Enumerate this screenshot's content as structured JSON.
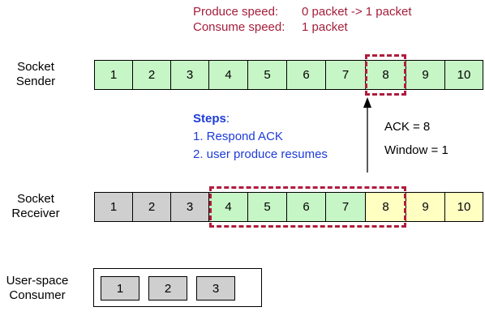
{
  "speeds": {
    "produce_label": "Produce speed:",
    "produce_value": "0 packet -> 1 packet",
    "consume_label": "Consume speed:",
    "consume_value": "1 packet"
  },
  "sender": {
    "label_line1": "Socket",
    "label_line2": "Sender",
    "cells": [
      "1",
      "2",
      "3",
      "4",
      "5",
      "6",
      "7",
      "8",
      "9",
      "10"
    ]
  },
  "receiver": {
    "label_line1": "Socket",
    "label_line2": "Receiver",
    "cells": [
      "1",
      "2",
      "3",
      "4",
      "5",
      "6",
      "7",
      "8",
      "9",
      "10"
    ]
  },
  "consumer": {
    "label_line1": "User-space",
    "label_line2": "Consumer",
    "cells": [
      "1",
      "2",
      "3"
    ]
  },
  "steps": {
    "title": "Steps",
    "colon": ":",
    "items": [
      "1. Respond ACK",
      "2. user produce resumes"
    ]
  },
  "ack": {
    "ack_text": "ACK = 8",
    "window_text": "Window = 1"
  },
  "colors": {
    "green": "#c6f5c6",
    "gray": "#cfcfcf",
    "yellow": "#ffffc2",
    "dash_red": "#b01c3c",
    "steps_blue": "#1d3bd9",
    "speed_red": "#a51d3a"
  }
}
